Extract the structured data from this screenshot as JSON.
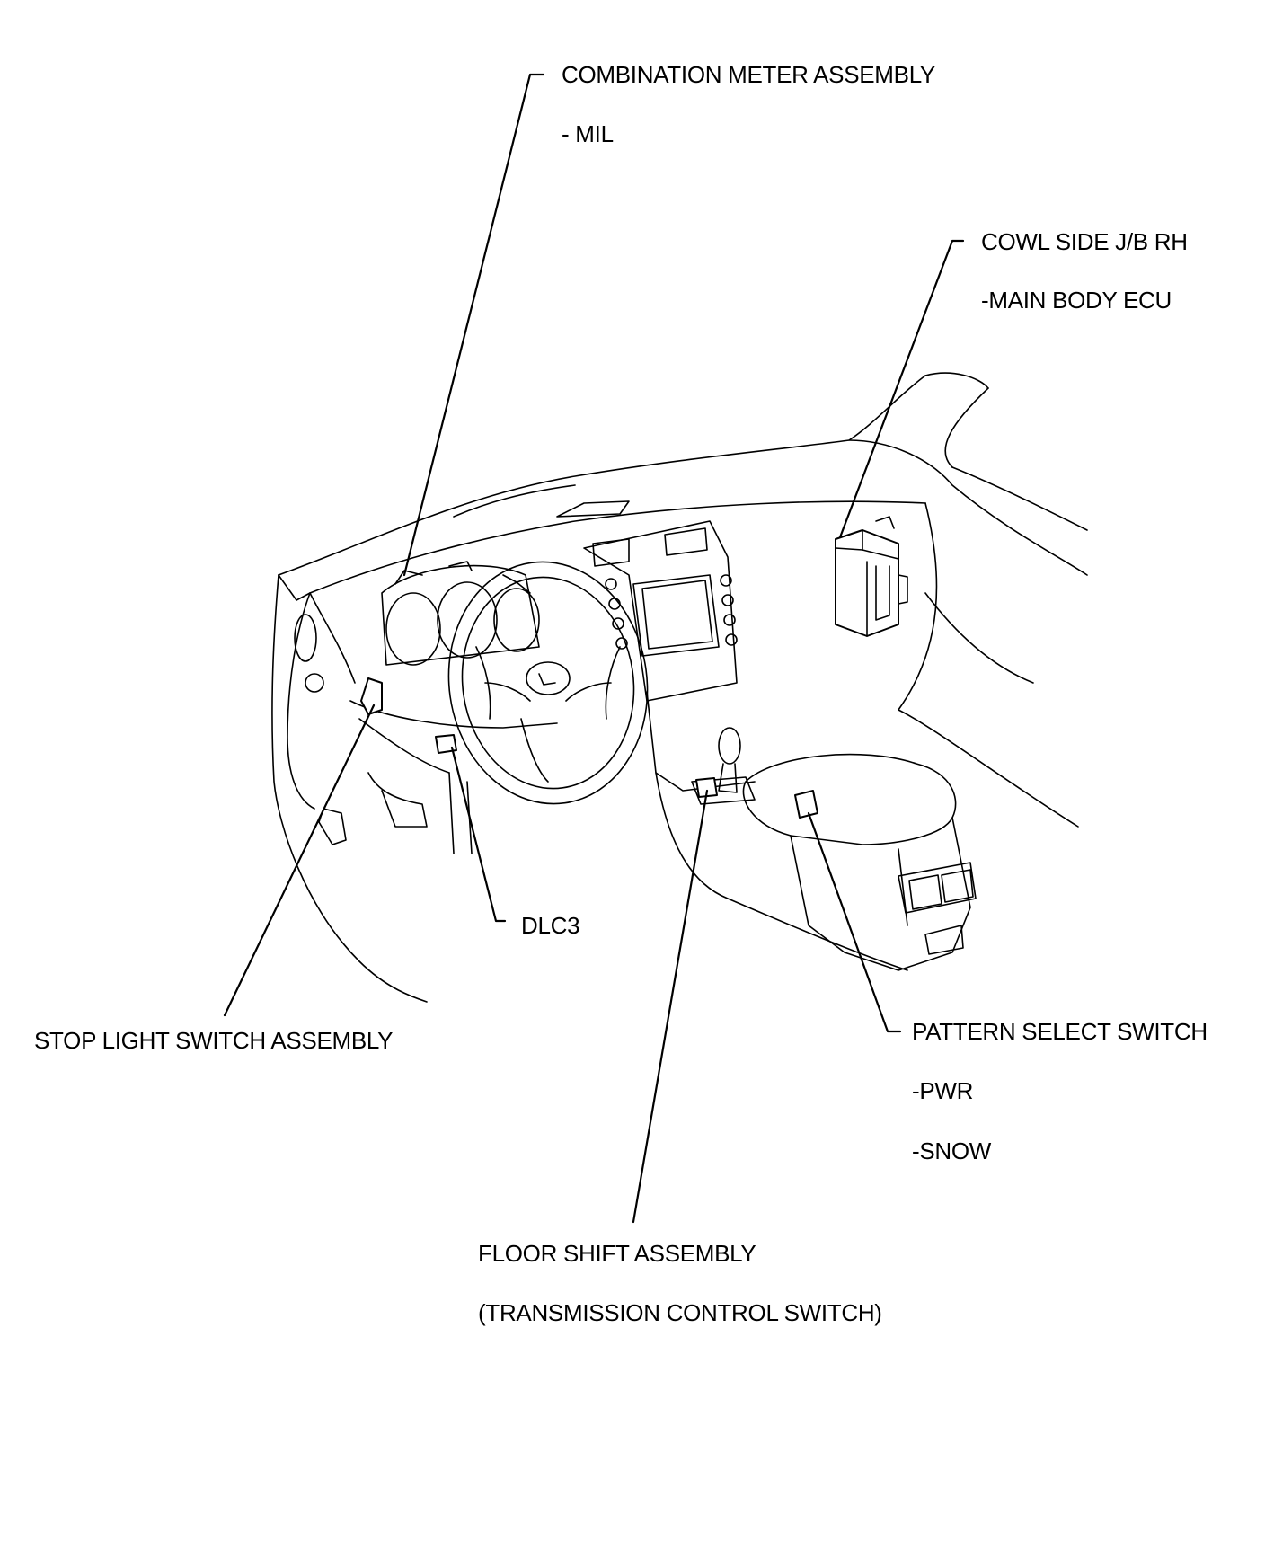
{
  "labels": {
    "combination_meter": "COMBINATION METER ASSEMBLY",
    "combination_meter_sub": "- MIL",
    "cowl_side": "COWL SIDE J/B RH",
    "cowl_side_sub": "-MAIN BODY ECU",
    "dlc3": "DLC3",
    "stop_light": "STOP LIGHT SWITCH ASSEMBLY",
    "pattern_select": "PATTERN SELECT SWITCH",
    "pattern_select_sub1": "-PWR",
    "pattern_select_sub2": "-SNOW",
    "floor_shift": "FLOOR SHIFT ASSEMBLY",
    "floor_shift_sub": "(TRANSMISSION CONTROL SWITCH)"
  }
}
